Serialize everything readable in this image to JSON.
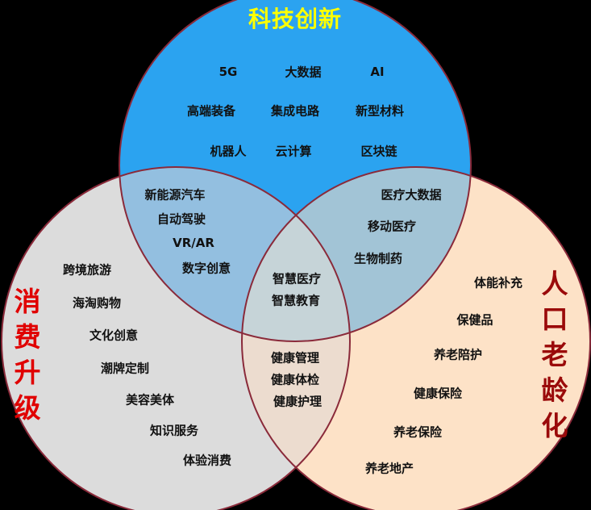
{
  "colors": {
    "tech": "#2ba3f0",
    "consume": "#dcdcdc",
    "aging": "#fde2c7",
    "border": "#8a2a3a"
  },
  "sets": {
    "tech": {
      "title": "科技创新",
      "items": [
        "5G",
        "大数据",
        "AI",
        "高端装备",
        "集成电路",
        "新型材料",
        "机器人",
        "云计算",
        "区块链"
      ]
    },
    "consume": {
      "title": "消费升级",
      "items": [
        "跨境旅游",
        "海淘购物",
        "文化创意",
        "潮牌定制",
        "美容美体",
        "知识服务",
        "体验消费"
      ]
    },
    "aging": {
      "title": "人口老龄化",
      "items": [
        "体能补充",
        "保健品",
        "养老陪护",
        "健康保险",
        "养老保险",
        "养老地产"
      ]
    }
  },
  "overlaps": {
    "tech_consume": [
      "新能源汽车",
      "自动驾驶",
      "VR/AR",
      "数字创意"
    ],
    "tech_aging": [
      "医疗大数据",
      "移动医疗",
      "生物制药"
    ],
    "consume_aging": [
      "健康管理",
      "健康体检",
      "健康护理"
    ],
    "all": [
      "智慧医疗",
      "智慧教育"
    ]
  }
}
